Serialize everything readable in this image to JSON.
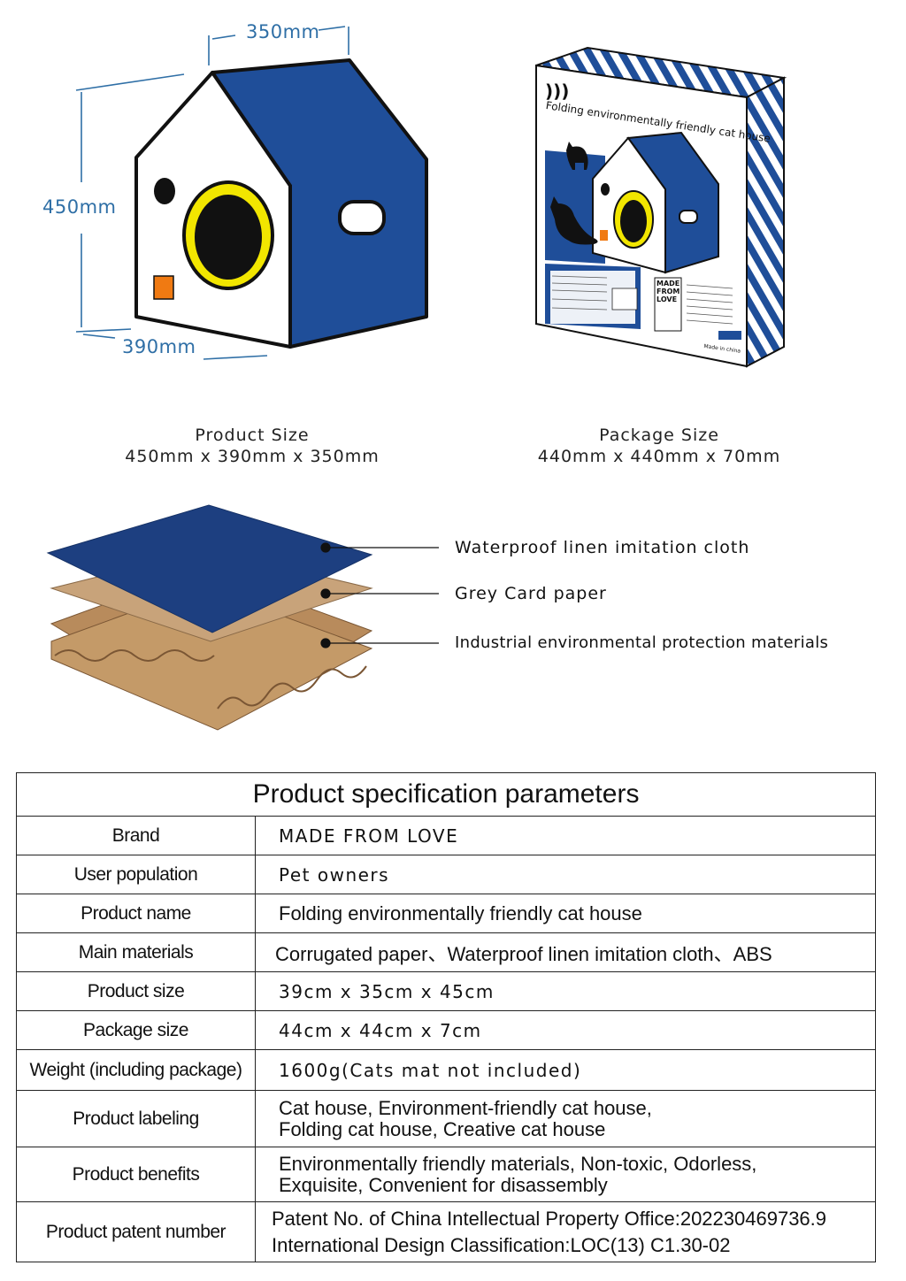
{
  "dimensions": {
    "width": "350mm",
    "height": "450mm",
    "depth": "390mm"
  },
  "package_box": {
    "title": "Folding environmentally friendly cat house",
    "brand_mark": [
      "MADE",
      "FROM",
      "LOVE"
    ],
    "origin": "Made in china"
  },
  "captions": {
    "product_size_title": "Product Size",
    "product_size_value": "450mm x 390mm x 350mm",
    "package_size_title": "Package Size",
    "package_size_value": "440mm x 440mm x 70mm"
  },
  "layers": [
    "Waterproof linen imitation cloth",
    "Grey Card paper",
    "Industrial environmental protection materials"
  ],
  "spec": {
    "title": "Product specification parameters",
    "rows": [
      {
        "key": "Brand",
        "value": [
          "MADE FROM LOVE"
        ]
      },
      {
        "key": "User population",
        "value": [
          "Pet owners"
        ]
      },
      {
        "key": "Product name",
        "value": [
          "Folding environmentally friendly cat house"
        ]
      },
      {
        "key": "Main materials",
        "value": [
          "Corrugated paper、Waterproof linen imitation cloth、ABS"
        ]
      },
      {
        "key": "Product size",
        "value": [
          "39cm x 35cm x 45cm"
        ]
      },
      {
        "key": "Package size",
        "value": [
          "44cm x 44cm x 7cm"
        ]
      },
      {
        "key": "Weight (including package)",
        "value": [
          "1600g(Cats mat not included)"
        ]
      },
      {
        "key": "Product labeling",
        "value": [
          "Cat house, Environment-friendly cat house,",
          "Folding cat house, Creative cat house"
        ]
      },
      {
        "key": "Product benefits",
        "value": [
          "Environmentally friendly materials, Non-toxic, Odorless,",
          "Exquisite, Convenient for disassembly"
        ]
      },
      {
        "key": "Product patent number",
        "value": [
          "Patent No. of China Intellectual Property Office:202230469736.9",
          "International Design Classification:LOC(13) C1.30-02"
        ]
      }
    ]
  },
  "colors": {
    "house_blue": "#1f4e99",
    "dimension_blue": "#2f6fa6",
    "door_ring_yellow": "#f2e600",
    "window_orange": "#f07a12",
    "cardboard": "#c49a68",
    "cloth_blue": "#1d3f80"
  }
}
